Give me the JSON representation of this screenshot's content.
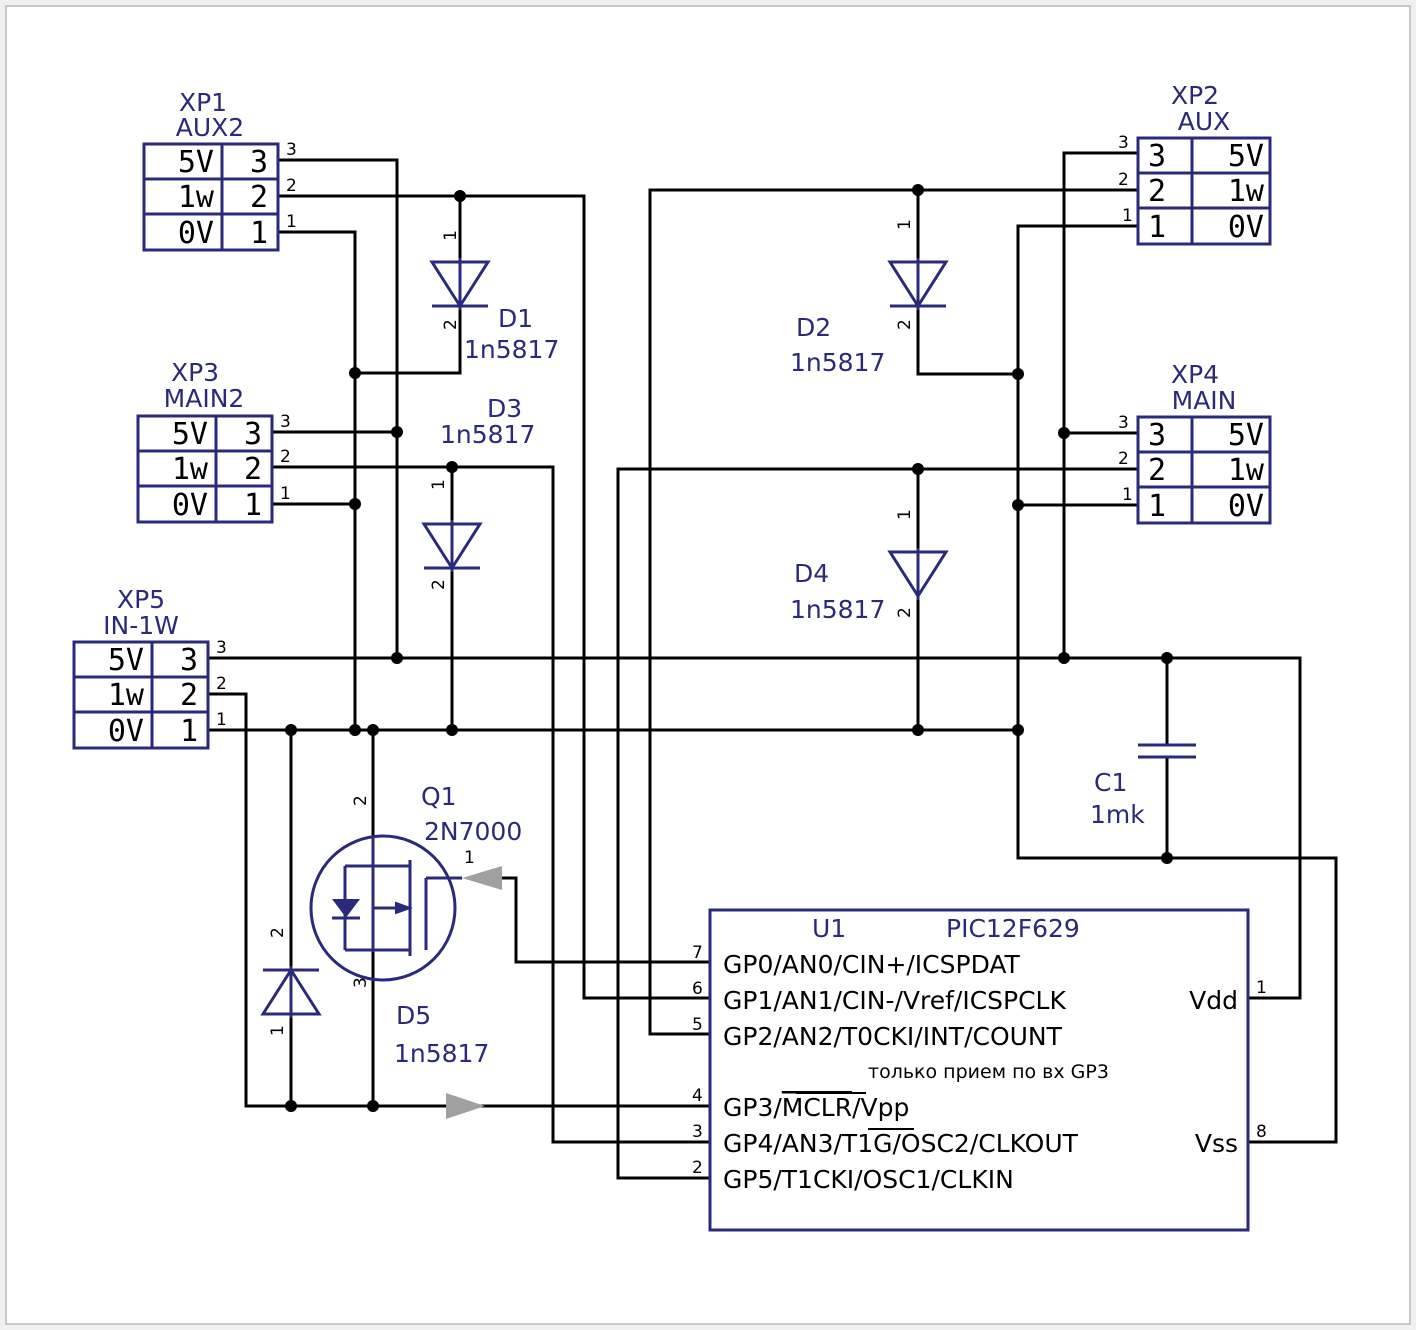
{
  "connectors": {
    "xp1": {
      "ref": "XP1",
      "name": "AUX2",
      "rows": [
        [
          "5V",
          "3"
        ],
        [
          "1w",
          "2"
        ],
        [
          "0V",
          "1"
        ]
      ],
      "pins": [
        "3",
        "2",
        "1"
      ]
    },
    "xp2": {
      "ref": "XP2",
      "name": "AUX",
      "rows": [
        [
          "3",
          "5V"
        ],
        [
          "2",
          "1w"
        ],
        [
          "1",
          "0V"
        ]
      ],
      "pins": [
        "3",
        "2",
        "1"
      ]
    },
    "xp3": {
      "ref": "XP3",
      "name": "MAIN2",
      "rows": [
        [
          "5V",
          "3"
        ],
        [
          "1w",
          "2"
        ],
        [
          "0V",
          "1"
        ]
      ],
      "pins": [
        "3",
        "2",
        "1"
      ]
    },
    "xp4": {
      "ref": "XP4",
      "name": "MAIN",
      "rows": [
        [
          "3",
          "5V"
        ],
        [
          "2",
          "1w"
        ],
        [
          "1",
          "0V"
        ]
      ],
      "pins": [
        "3",
        "2",
        "1"
      ]
    },
    "xp5": {
      "ref": "XP5",
      "name": "IN-1W",
      "rows": [
        [
          "5V",
          "3"
        ],
        [
          "1w",
          "2"
        ],
        [
          "0V",
          "1"
        ]
      ],
      "pins": [
        "3",
        "2",
        "1"
      ]
    }
  },
  "diodes": {
    "d1": {
      "ref": "D1",
      "value": "1n5817",
      "pin_a": "1",
      "pin_k": "2"
    },
    "d2": {
      "ref": "D2",
      "value": "1n5817",
      "pin_a": "1",
      "pin_k": "2"
    },
    "d3": {
      "ref": "D3",
      "value": "1n5817",
      "pin_a": "1",
      "pin_k": "2"
    },
    "d4": {
      "ref": "D4",
      "value": "1n5817",
      "pin_a": "1",
      "pin_k": "2"
    },
    "d5": {
      "ref": "D5",
      "value": "1n5817",
      "pin_a": "1",
      "pin_k": "2"
    }
  },
  "transistor": {
    "ref": "Q1",
    "value": "2N7000",
    "pin_d": "2",
    "pin_g": "1",
    "pin_s": "3"
  },
  "capacitor": {
    "ref": "C1",
    "value": "1mk"
  },
  "mcu": {
    "ref": "U1",
    "value": "PIC12F629",
    "left_pins": [
      {
        "num": "7",
        "label": "GP0/AN0/CIN+/ICSPDAT"
      },
      {
        "num": "6",
        "label": "GP1/AN1/CIN-/Vref/ICSPCLK"
      },
      {
        "num": "5",
        "label": "GP2/AN2/T0CKI/INT/COUNT"
      },
      {
        "num": "4",
        "label_pre": "GP3/",
        "label_over": "MCLR",
        "label_post": "/Vpp"
      },
      {
        "num": "3",
        "label_pre": "GP4/AN3/",
        "label_over": "T1G",
        "label_post": "/OSC2/CLKOUT"
      },
      {
        "num": "2",
        "label": "GP5/T1CKI/OSC1/CLKIN"
      }
    ],
    "right_pins": [
      {
        "num": "1",
        "label": "Vdd"
      },
      {
        "num": "8",
        "label": "Vss"
      }
    ],
    "note": "только прием по вх GP3"
  }
}
